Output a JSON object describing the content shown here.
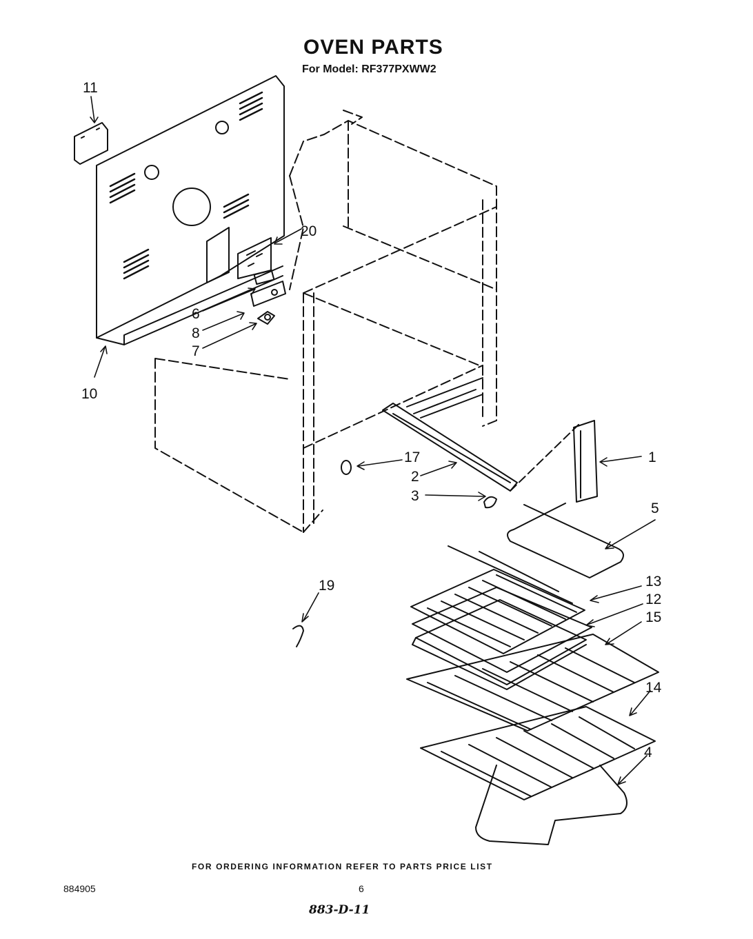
{
  "header": {
    "title": "OVEN PARTS",
    "subtitle": "For Model: RF377PXWW2"
  },
  "callouts": [
    "11",
    "20",
    "6",
    "8",
    "7",
    "10",
    "17",
    "2",
    "3",
    "1",
    "5",
    "13",
    "12",
    "15",
    "14",
    "4",
    "19"
  ],
  "footer": {
    "note": "FOR ORDERING INFORMATION REFER TO PARTS PRICE LIST",
    "doc_number": "884905",
    "page_number": "6",
    "handwritten": "883-D-11"
  }
}
